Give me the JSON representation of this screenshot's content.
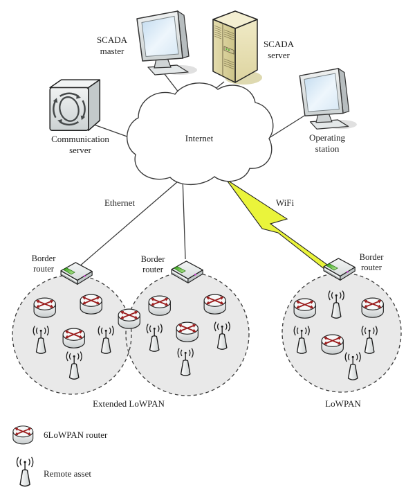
{
  "figure": {
    "title_hint": "SCADA over Internet with 6LoWPAN networks diagram",
    "labels": {
      "scada_master": "SCADA\nmaster",
      "scada_server": "SCADA\nserver",
      "communication_server": "Communication\nserver",
      "operating_station": "Operating\nstation",
      "internet": "Internet",
      "ethernet": "Ethernet",
      "wifi": "WiFi",
      "border_router": "Border\nrouter",
      "extended_lowpan": "Extended LoWPAN",
      "lowpan": "LoWPAN"
    },
    "legend": {
      "router_label": "6LoWPAN router",
      "remote_asset_label": "Remote asset"
    },
    "networks": [
      {
        "name": "Extended LoWPAN",
        "border_routers": 2,
        "routers_6lowpan": 7,
        "remote_assets": 6,
        "link_to_internet": "Ethernet"
      },
      {
        "name": "LoWPAN",
        "border_routers": 1,
        "routers_6lowpan": 3,
        "remote_assets": 4,
        "link_to_internet": "WiFi"
      }
    ],
    "icons": {
      "scada_master": "monitor-icon",
      "operating_station": "monitor-icon",
      "scada_server": "tower-server-icon",
      "communication_server": "communication-server-icon",
      "internet": "cloud-icon",
      "wifi_link": "lightning-bolt-icon",
      "router": "cisco-router-icon",
      "remote_asset": "antenna-cone-icon",
      "border_router": "wireless-router-icon"
    },
    "colors": {
      "wifi_bolt": "#eaf43b",
      "router_arrow": "#9b1c1c",
      "border_router_accent": "#44ad1e",
      "scada_server_body": "#ddd5a6",
      "network_area_fill": "#e9e9e9",
      "monitor_screen": "#cfe2f2",
      "line": "#3a3a3a"
    }
  }
}
